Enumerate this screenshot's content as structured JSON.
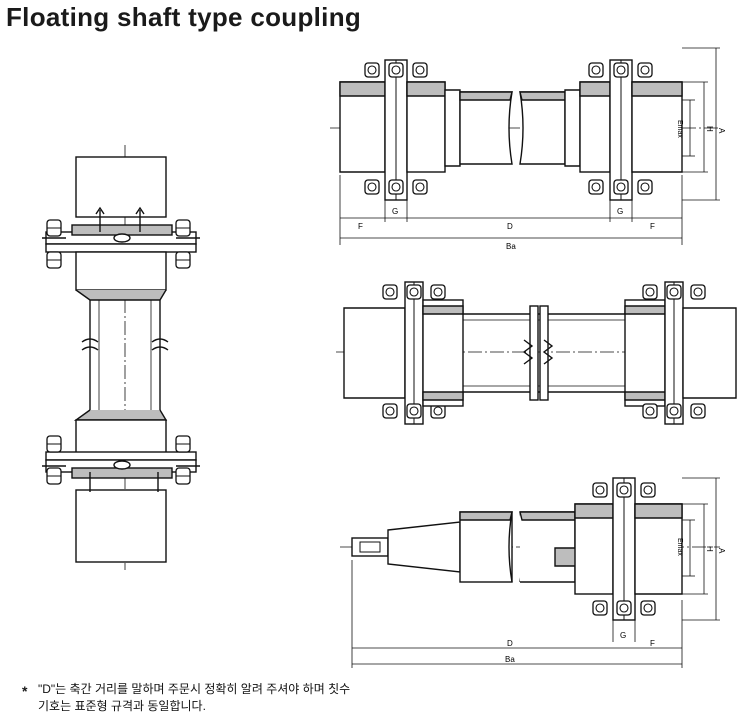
{
  "title": "Floating shaft type coupling",
  "dimensions": {
    "F": "F",
    "G": "G",
    "D": "D",
    "Ba": "Ba",
    "A": "A",
    "H": "H",
    "Emax": "Emax"
  },
  "note": {
    "mark": "*",
    "line1": "\"D\"는 축간 거리를 말하며 주문시 정확히 알려 주셔야 하며 칫수",
    "line2": "기호는 표준형 규격과 동일합니다."
  }
}
